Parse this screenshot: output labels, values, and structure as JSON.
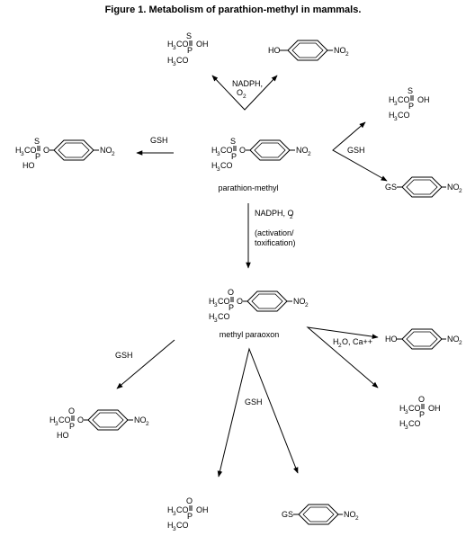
{
  "title": "Figure 1. Metabolism of parathion-methyl in mammals.",
  "labels": {
    "parathion": "parathion-methyl",
    "paraoxon": "methyl paraoxon",
    "nadph_top": "NADPH,",
    "o2_top": "O",
    "nadph_mid": "NADPH, O",
    "activation": "(activation/",
    "toxification": "toxification)",
    "gsh_left": "GSH",
    "gsh_right": "GSH",
    "gsh_lower_left": "GSH",
    "gsh_lower_center": "GSH",
    "h2o_ca": "H",
    "h2o_ca_rest": "O, Ca++"
  },
  "atoms": {
    "H": "H",
    "three": "3",
    "two": "2",
    "CO": "CO",
    "S": "S",
    "P": "P",
    "O": "O",
    "OH": "OH",
    "HO": "HO",
    "NO": "NO",
    "GS": "GS",
    "dash": "–"
  }
}
